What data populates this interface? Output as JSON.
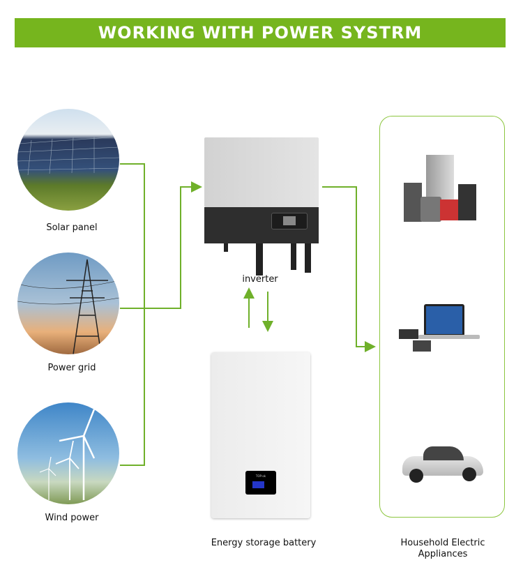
{
  "title": "WORKING WITH POWER SYSTRM",
  "sources": [
    {
      "label": "Solar panel",
      "icon": "solar-panel-photo"
    },
    {
      "label": "Power grid",
      "icon": "power-grid-photo"
    },
    {
      "label": "Wind power",
      "icon": "wind-turbine-photo"
    }
  ],
  "inverter": {
    "label": "inverter"
  },
  "battery": {
    "label": "Energy storage battery",
    "screen_text": "TOP-ok"
  },
  "appliances": {
    "label_line1": "Household Electric",
    "label_line2": "Appliances",
    "items": [
      "home-appliances-photo",
      "laptop-tablet-photo",
      "electric-car-photo"
    ]
  },
  "colors": {
    "accent": "#76b51e",
    "line": "#6fb02a"
  }
}
